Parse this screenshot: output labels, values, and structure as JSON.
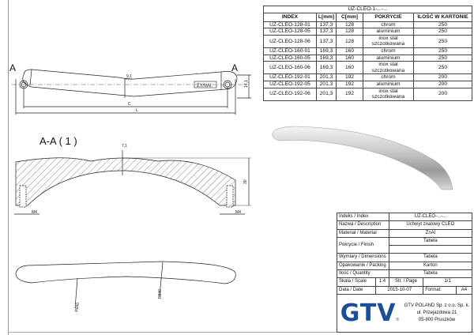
{
  "spec_table": {
    "title": "UZ-CLEO-1-...-...",
    "headers": [
      "INDEX",
      "L[mm]",
      "C[mm]",
      "POKRYCIE",
      "ILOŚĆ W KARTONIE"
    ],
    "rows": [
      [
        "UZ-CLEO-128-01",
        "137,3",
        "128",
        "chrom",
        "250"
      ],
      [
        "UZ-CLEO-128-05",
        "137,3",
        "128",
        "aluminium",
        "250"
      ],
      [
        "UZ-CLEO-128-06",
        "137,3",
        "128",
        "inox stal szczotkowana",
        "250"
      ],
      [
        "UZ-CLEO-160-01",
        "169,3",
        "160",
        "chrom",
        "250"
      ],
      [
        "UZ-CLEO-160-05",
        "169,3",
        "160",
        "aluminium",
        "250"
      ],
      [
        "UZ-CLEO-160-06",
        "169,3",
        "160",
        "inox stal szczotkowana",
        "250"
      ],
      [
        "UZ-CLEO-192-01",
        "201,3",
        "192",
        "chrom",
        "200"
      ],
      [
        "UZ-CLEO-192-05",
        "201,3",
        "192",
        "aluminium",
        "200"
      ],
      [
        "UZ-CLEO-192-06",
        "201,3",
        "192",
        "inox stal szczotkowana",
        "200"
      ]
    ]
  },
  "drawing": {
    "section_mark_left": "A",
    "section_mark_right": "A",
    "dim_thickness": "9,1",
    "dim_height": "14,1",
    "dim_c": "C",
    "dim_l": "L",
    "section_title": "A-A ( 1 )",
    "dim_top": "7,1",
    "dim_total_height": "30",
    "thread_left": "M4",
    "thread_right": "M4",
    "radius_1": "R840",
    "radius_2": "R840"
  },
  "title_block": {
    "index_label": "Indeks / Index",
    "index_value": "UZ-CLEO-...-...",
    "name_label": "Nazwa / Description",
    "name_value": "Uchwyt znalowy CLEO",
    "material_label": "Materiał / Material",
    "material_value": "ZnAl",
    "finish_label": "Pokrycie / Finish",
    "finish_value": "Tabela",
    "dimensions_label": "Wymiary / Dimensions",
    "dimensions_value": "Tabela",
    "packing_label": "Opakowanie / Packing",
    "packing_value": "Karton",
    "quantity_label": "Ilość / Quantity",
    "quantity_value": "Tabela",
    "scale_label": "Skala / Scale",
    "scale_value": "1:4",
    "page_label": "Str. / Page",
    "page_value": "1/1",
    "date_label": "Data / Date",
    "date_value": "2015-10-07",
    "format_label": "Format:",
    "format_value": "A4",
    "logo": "GTV",
    "company_name": "GTV POLAND Sp. z o.o. Sp. k.",
    "company_street": "ul. Przejazdowa 21",
    "company_city": "05-800 Pruszków"
  }
}
